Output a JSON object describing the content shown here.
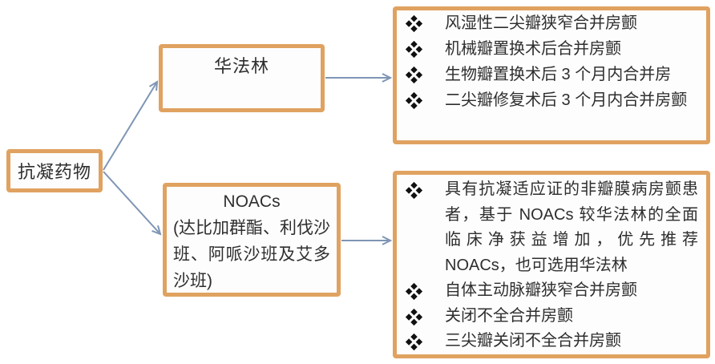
{
  "diagram": {
    "root": {
      "label": "抗凝药物"
    },
    "warfarin": {
      "label": "华法林"
    },
    "noacs": {
      "title": "NOACs",
      "subtitle": "(达比加群酯、利伐沙班、阿哌沙班及艾多沙班)"
    },
    "warfarin_detail": {
      "items": [
        "风湿性二尖瓣狭窄合并房颤",
        "机械瓣置换术后合并房颤",
        "生物瓣置换术后 3 个月内合并房",
        "二尖瓣修复术后 3 个月内合并房颤"
      ]
    },
    "noacs_detail": {
      "items": [
        "具有抗凝适应证的非瓣膜病房颤患者，基于 NOACs 较华法林的全面临床净获益增加，优先推荐 NOACs，也可选用华法林",
        "自体主动脉瓣狭窄合并房颤",
        "关闭不全合并房颤",
        "三尖瓣关闭不全合并房颤"
      ]
    },
    "icons": {
      "bullet": "four-diamond-bullet-icon"
    },
    "colors": {
      "box_border": "#e0a260",
      "arrow": "#7e95b5",
      "text": "#2e2e2e",
      "bullet": "#111111",
      "background": "#ffffff"
    }
  }
}
